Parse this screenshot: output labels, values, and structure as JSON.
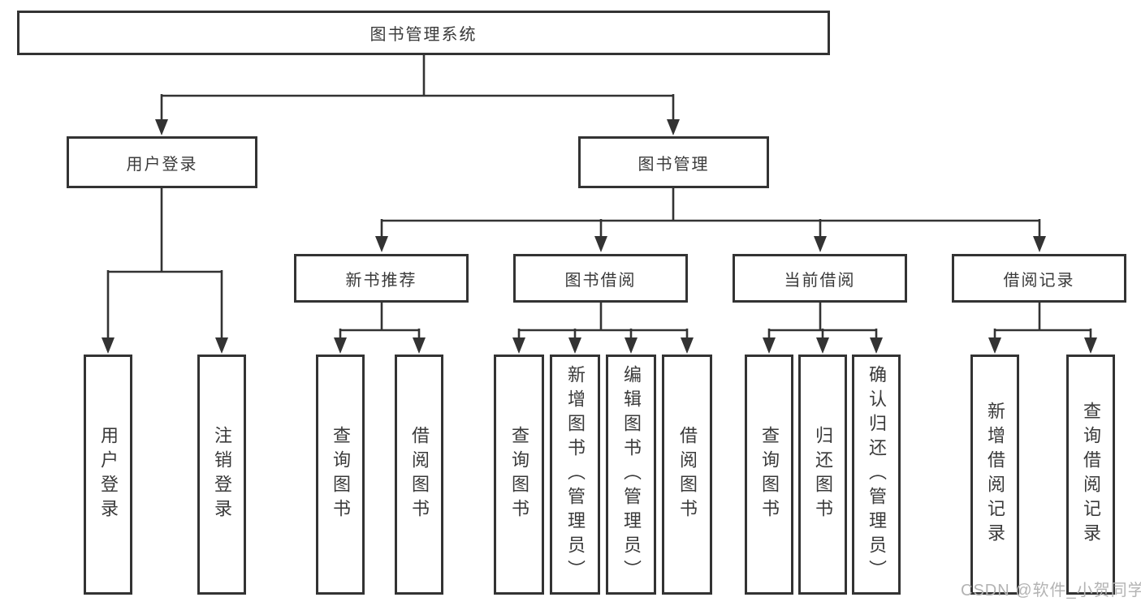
{
  "tree": {
    "root": {
      "label": "图书管理系统",
      "children": [
        {
          "label": "用户登录",
          "children": [
            {
              "label": "用户登录"
            },
            {
              "label": "注销登录"
            }
          ]
        },
        {
          "label": "图书管理",
          "children": [
            {
              "label": "新书推荐",
              "children": [
                {
                  "label": "查询图书"
                },
                {
                  "label": "借阅图书"
                }
              ]
            },
            {
              "label": "图书借阅",
              "children": [
                {
                  "label": "查询图书"
                },
                {
                  "label": "新增图书（管理员）"
                },
                {
                  "label": "编辑图书（管理员）"
                },
                {
                  "label": "借阅图书"
                }
              ]
            },
            {
              "label": "当前借阅",
              "children": [
                {
                  "label": "查询图书"
                },
                {
                  "label": "归还图书"
                },
                {
                  "label": "确认归还（管理员）"
                }
              ]
            },
            {
              "label": "借阅记录",
              "children": [
                {
                  "label": "新增借阅记录"
                },
                {
                  "label": "查询借阅记录"
                }
              ]
            }
          ]
        }
      ]
    }
  },
  "watermark": "CSDN @软件_小贺同学",
  "colors": {
    "line": "#333333",
    "border": "#333333",
    "text": "#3a3a3a",
    "watermark": "#b3b3b3",
    "background": "#ffffff"
  }
}
